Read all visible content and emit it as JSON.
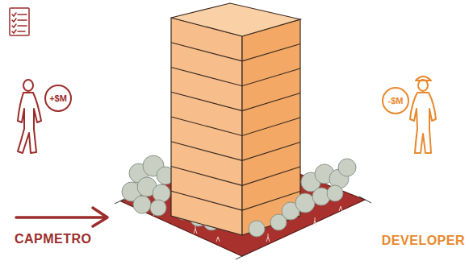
{
  "diagram": {
    "nodes": [
      {
        "text": [
          "+$M"
        ]
      },
      {
        "text": [
          "-$M"
        ]
      }
    ],
    "labels": [
      "CAPMETRO",
      "DEVELOPER"
    ]
  }
}
